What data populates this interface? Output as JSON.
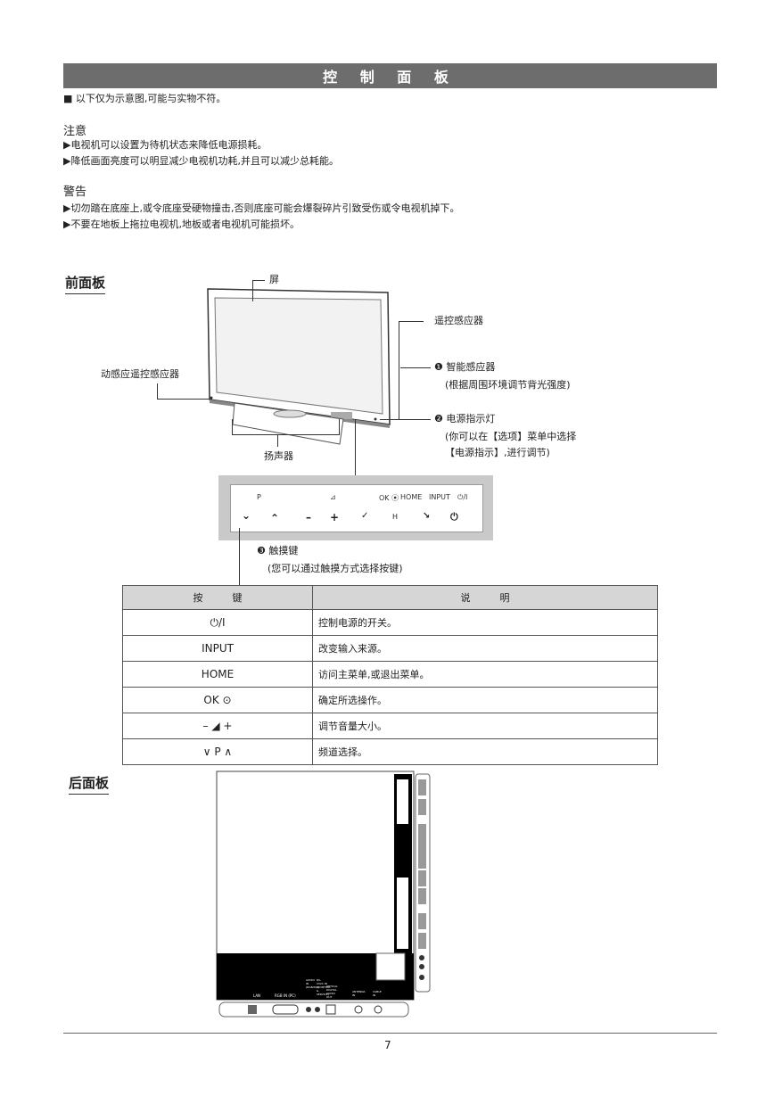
{
  "page_title": "控 制 面 板",
  "note_top": "■ 以下仅为示意图,可能与实物不符。",
  "notice": {
    "heading": "注意",
    "items": [
      "▶电视机可以设置为待机状态来降低电源损耗。",
      "▶降低画面亮度可以明显减少电视机功耗,并且可以减少总耗能。"
    ]
  },
  "warning": {
    "heading": "警告",
    "items": [
      "▶切勿踏在底座上,或令底座受硬物撞击,否则底座可能会爆裂碎片引致受伤或令电视机掉下。",
      "▶不要在地板上拖拉电视机,地板或者电视机可能损坏。"
    ]
  },
  "front_panel": {
    "heading": "前面板",
    "labels": {
      "screen": "屏",
      "remote_sensor": "遥控感应器",
      "motion_sensor": "动感应遥控感应器",
      "smart_sensor": "❶ 智能感应器",
      "smart_sensor_desc": "(根据周围环境调节背光强度)",
      "power_light": "❷ 电源指示灯",
      "power_light_desc1": "(你可以在【选项】菜单中选择",
      "power_light_desc2": "【电源指示】,进行调节)",
      "speaker": "扬声器",
      "touch_keys": "❸ 触摸键",
      "touch_keys_desc": "(您可以通过触摸方式选择按键)"
    },
    "panel_top": [
      "P",
      "⊿",
      "OK ⦿",
      "HOME",
      "INPUT",
      "⏻/I"
    ],
    "panel_bottom": [
      "⌄",
      "⌃",
      "–",
      "+",
      "✓",
      "H",
      "↘",
      "⏻"
    ]
  },
  "table": {
    "header_key": "按　　　键",
    "header_desc": "说　　　明",
    "rows": [
      {
        "key": "⏻/I",
        "desc": "控制电源的开关。"
      },
      {
        "key": "INPUT",
        "desc": "改变输入来源。"
      },
      {
        "key": "HOME",
        "desc": "访问主菜单,或退出菜单。"
      },
      {
        "key": "OK ⊙",
        "desc": "确定所选操作。"
      },
      {
        "key": "– ◢ +",
        "desc": "调节音量大小。"
      },
      {
        "key": "∨ P ∧",
        "desc": "频道选择。"
      }
    ]
  },
  "back_panel": {
    "heading": "后面板",
    "port_labels": [
      "LAN",
      "RGB IN (PC)",
      "AUDIO IN (RGB/DVI)",
      "RS-232C IN (CONTROL & SERVICE)",
      "OPTICAL DIGITAL AUDIO OUT",
      "ANTENNA IN",
      "CABLE IN"
    ]
  },
  "page_number": "7"
}
